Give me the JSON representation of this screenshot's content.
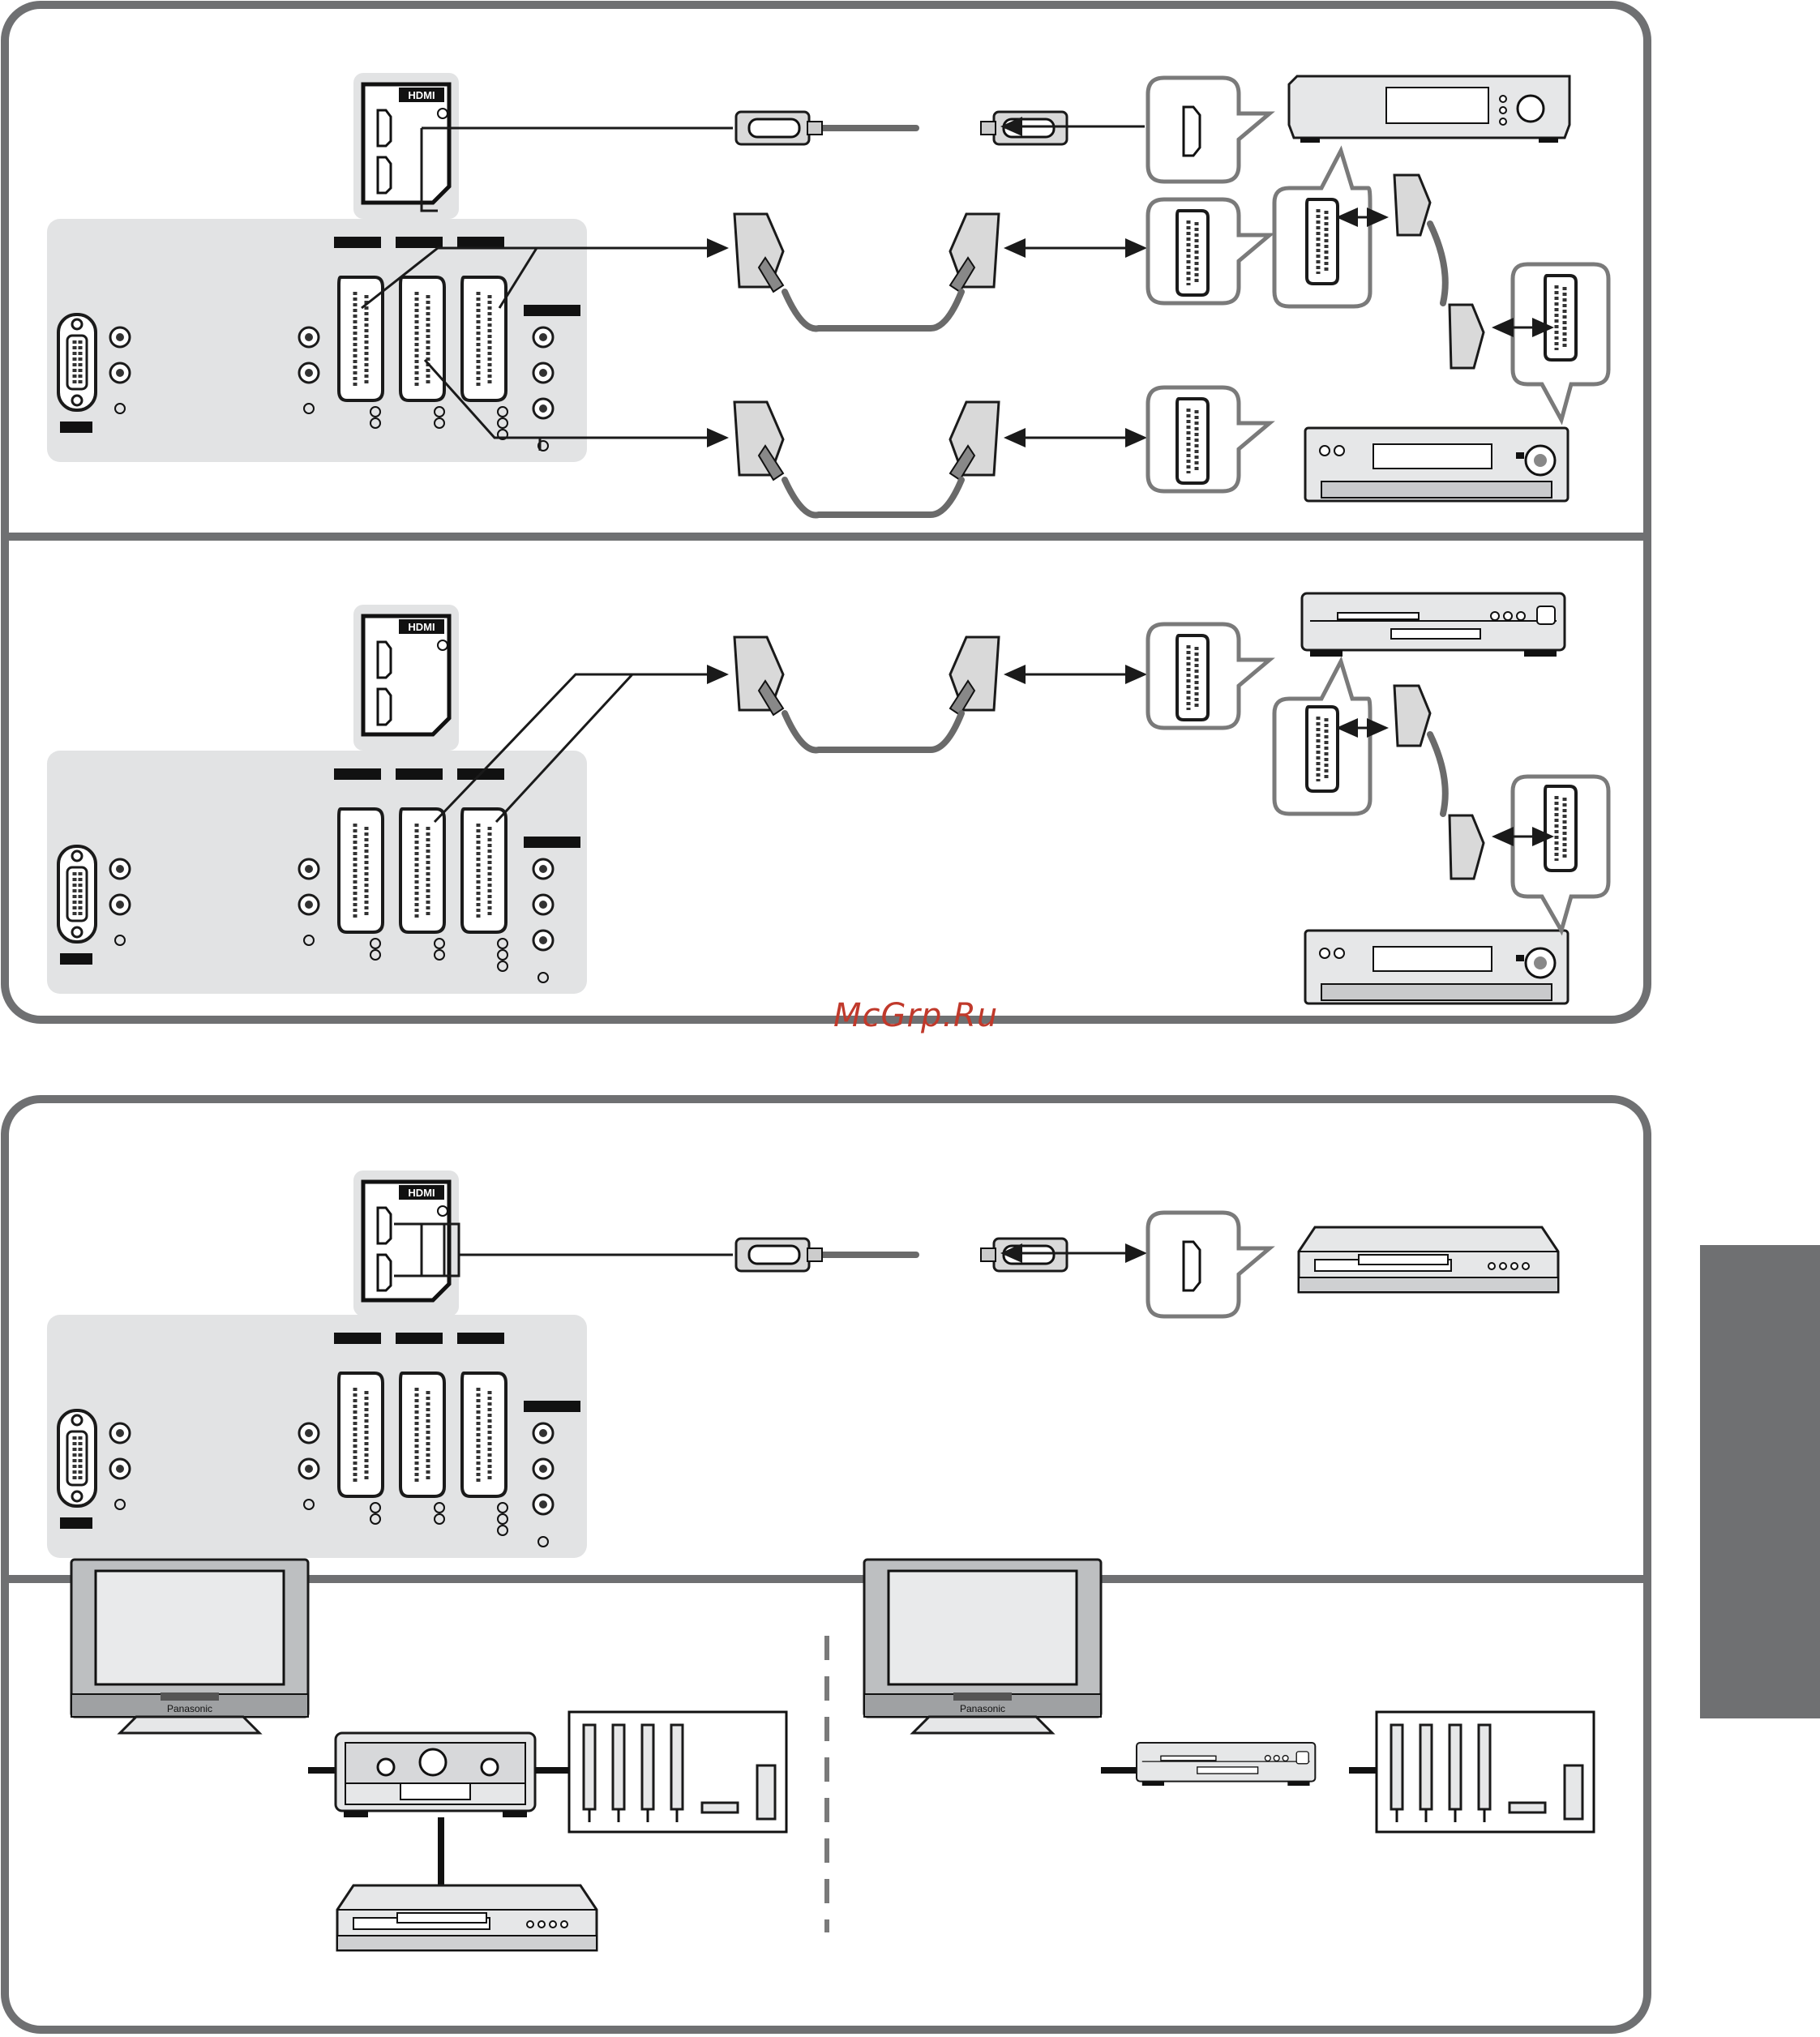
{
  "watermark": "McGrp.Ru",
  "port_labels": {
    "hdmi": "HDMI"
  },
  "tv_brand": "Panasonic",
  "colors": {
    "frame": "#6f7072",
    "jack_panel": "#e2e3e4",
    "watermark": "#c0392b"
  },
  "sections": [
    {
      "id": "top-connections",
      "devices": [
        "set-top-box",
        "vcr"
      ]
    },
    {
      "id": "middle-connections",
      "devices": [
        "dvd-recorder",
        "vcr"
      ]
    },
    {
      "id": "hdmi-connection",
      "devices": [
        "dvd-player"
      ]
    },
    {
      "id": "audio-system",
      "devices": [
        "tv",
        "av-amplifier",
        "speaker-system",
        "dvd-player",
        "tv",
        "dvd-recorder",
        "speaker-system"
      ]
    }
  ]
}
